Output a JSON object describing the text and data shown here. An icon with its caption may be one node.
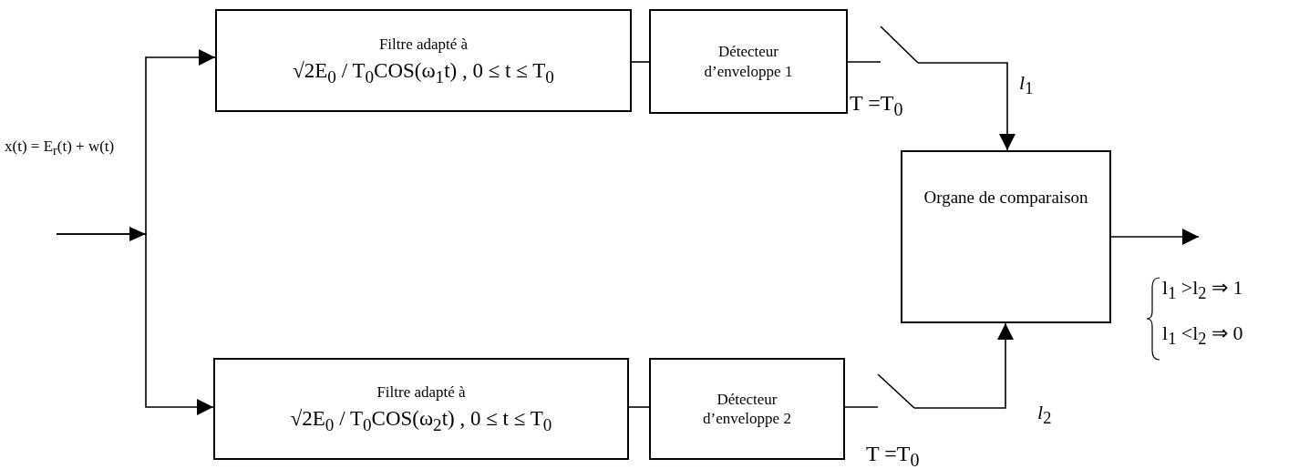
{
  "diagram": {
    "nodes": [
      {
        "text": [
          "x(t) = E$_{r}$(t) + w(t)"
        ]
      },
      {
        "text": [
          "Filtre adapté à",
          "√2E$_{0}$ / T$_{0}$COS(ω$_{1}$t) , 0 ≤ t ≤ T$_{0}$"
        ]
      },
      {
        "text": [
          "Détecteur d’enveloppe 1"
        ]
      },
      {
        "text": [
          "Filtre adapté à",
          "√2E$_{0}$ / T$_{0}$COS(ω$_{2}$t) , 0 ≤ t ≤ T$_{0}$"
        ]
      },
      {
        "text": [
          "Détecteur d’enveloppe 2"
        ]
      },
      {
        "text": [
          "Organe de comparaison"
        ]
      },
      {
        "text": [],
        "shape": "switch"
      },
      {
        "text": [],
        "shape": "switch"
      }
    ],
    "edges": [
      {
        "from": 0,
        "to": 1,
        "arrow": "to"
      },
      {
        "from": 0,
        "to": 3,
        "arrow": "to"
      },
      {
        "from": 1,
        "to": 2,
        "arrow": "none"
      },
      {
        "from": 3,
        "to": 4,
        "arrow": "none"
      },
      {
        "from": 2,
        "to": 6,
        "arrow": "none"
      },
      {
        "from": 6,
        "to": 5,
        "arrow": "to",
        "label": "*l*$_{1}$"
      },
      {
        "from": 4,
        "to": 7,
        "arrow": "none"
      },
      {
        "from": 7,
        "to": 5,
        "arrow": "to",
        "label": "*l*$_{2}$"
      },
      {
        "from": 5,
        "to": null,
        "arrow": "to"
      }
    ],
    "labels": [
      "T =T$_{0}$",
      "T =T$_{0}$",
      "l$_{1}$ >l$_{2}$ ⇒ 1",
      "l$_{1}$ <l$_{2}$ ⇒ 0"
    ]
  }
}
